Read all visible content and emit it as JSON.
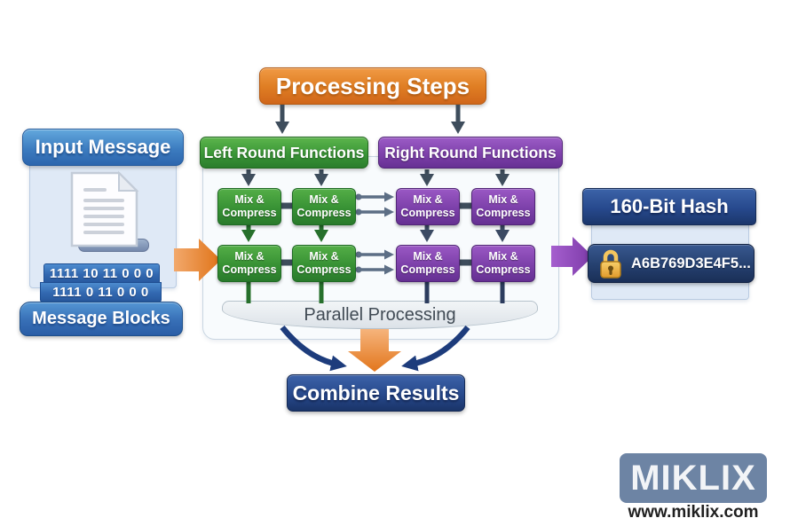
{
  "diagram": {
    "title": "Processing Steps",
    "input": {
      "header": "Input Message",
      "binary_rows": [
        "1111 10 11 0 0 0",
        "1111 0 11 0 0 0"
      ],
      "footer": "Message Blocks"
    },
    "left_branch": {
      "header": "Left Round Functions",
      "box_line1": "Mix &",
      "box_line2": "Compress"
    },
    "right_branch": {
      "header": "Right Round Functions",
      "box_line1": "Mix &",
      "box_line2": "Compress"
    },
    "parallel_label": "Parallel Processing",
    "combine_label": "Combine Results",
    "hash": {
      "header": "160-Bit Hash",
      "value": "A6B769D3E4F5..."
    },
    "branding": {
      "logo": "MIKLIX",
      "website": "www.miklix.com"
    },
    "colors": {
      "orange_accent": "#e07f24",
      "green_accent": "#379134",
      "purple_accent": "#7c40a9",
      "navy_accent": "#1d3c7c",
      "blue_accent": "#3c7cc0",
      "gold_lock": "#e8a33a"
    }
  }
}
